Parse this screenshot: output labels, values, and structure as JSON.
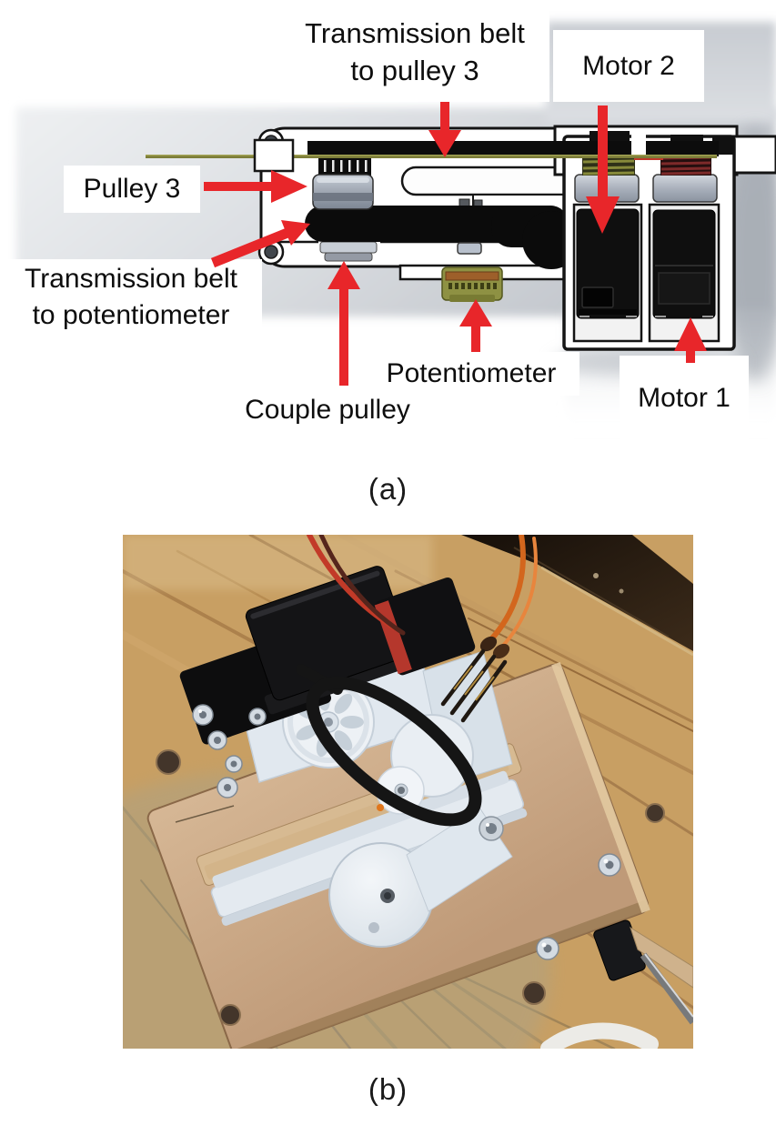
{
  "figure": {
    "panel_a": {
      "caption": "(a)",
      "labels": {
        "transmission_belt_pulley3_line1": "Transmission belt",
        "transmission_belt_pulley3_line2": "to pulley 3",
        "motor2": "Motor 2",
        "pulley3": "Pulley 3",
        "transmission_belt_potentiometer_line1": "Transmission belt",
        "transmission_belt_potentiometer_line2": "to potentiometer",
        "couple_pulley": "Couple pulley",
        "potentiometer": "Potentiometer",
        "motor1": "Motor 1"
      }
    },
    "panel_b": {
      "caption": "(b)"
    }
  },
  "colors": {
    "annotation_arrow_red": "#e8262a",
    "label_background": "#ffffff",
    "label_text": "#0d0d0d",
    "cad_backdrop_gray": "#ced2d8",
    "belt_black": "#0d0d0d",
    "pulley_gray": "#9aa2ae",
    "potentiometer_olive": "#8e9143",
    "spring_olive": "#878a3a",
    "spring_maroon": "#7d2a2a",
    "photo_wood": "#c89f63",
    "photo_plywood": "#cbab89",
    "photo_printed_parts": "#e4eaf0"
  }
}
